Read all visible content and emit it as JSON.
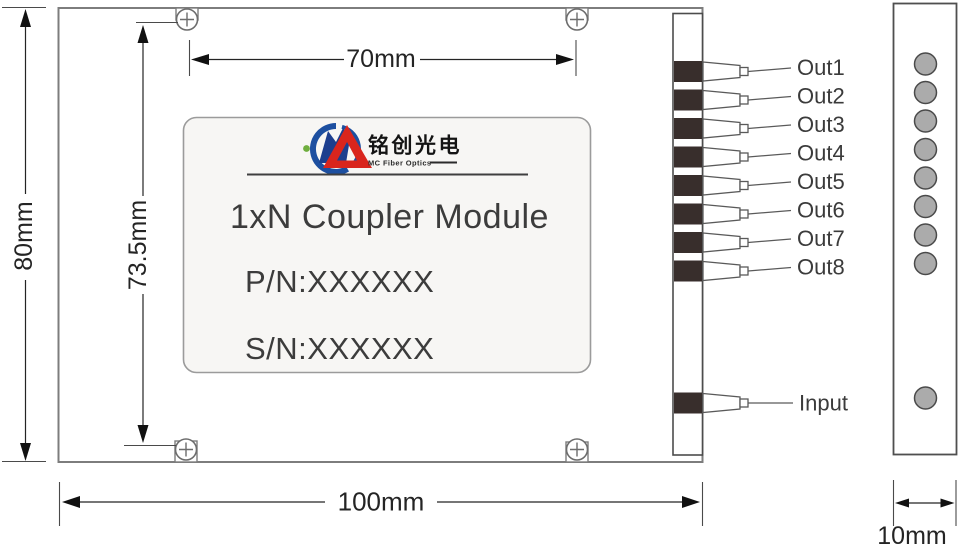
{
  "front_view": {
    "label_plate": {
      "brand_cn": "铭创光电",
      "brand_en": "MC Fiber Optics",
      "product_title": "1xN Coupler Module",
      "part_number": "P/N:XXXXXX",
      "serial_number": "S/N:XXXXXX"
    },
    "ports": {
      "outputs": [
        "Out1",
        "Out2",
        "Out3",
        "Out4",
        "Out5",
        "Out6",
        "Out7",
        "Out8"
      ],
      "input": "Input"
    }
  },
  "dimensions": {
    "overall_width": "100mm",
    "overall_height": "80mm",
    "screw_span_width": "70mm",
    "screw_span_height": "73.5mm",
    "side_panel_width": "10mm"
  },
  "colors": {
    "adapter_dark": "#382e2c",
    "logo_blue": "#1d4fa0",
    "logo_navy": "#1c3e8e",
    "logo_red": "#d9251d",
    "logo_green": "#6fae3e",
    "port_hole_gray": "#ababab",
    "outline_gray": "#7d7d7d",
    "dimension_ink": "#242424",
    "plate_background": "#f7f6f4"
  }
}
